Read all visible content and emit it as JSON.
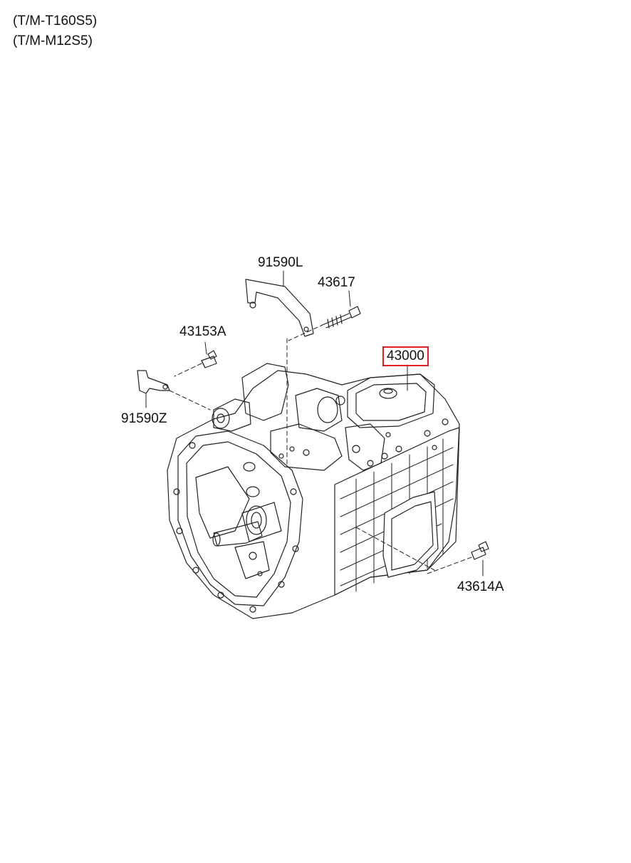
{
  "header": {
    "line1": "(T/M-T160S5)",
    "line2": "(T/M-M12S5)"
  },
  "callouts": [
    {
      "id": "91590L",
      "label": "91590L"
    },
    {
      "id": "43617",
      "label": "43617"
    },
    {
      "id": "43153A",
      "label": "43153A"
    },
    {
      "id": "43000",
      "label": "43000",
      "highlight": true
    },
    {
      "id": "91590Z",
      "label": "91590Z"
    },
    {
      "id": "43614A",
      "label": "43614A"
    }
  ],
  "colors": {
    "line": "#222222",
    "highlight": "#e02020"
  }
}
